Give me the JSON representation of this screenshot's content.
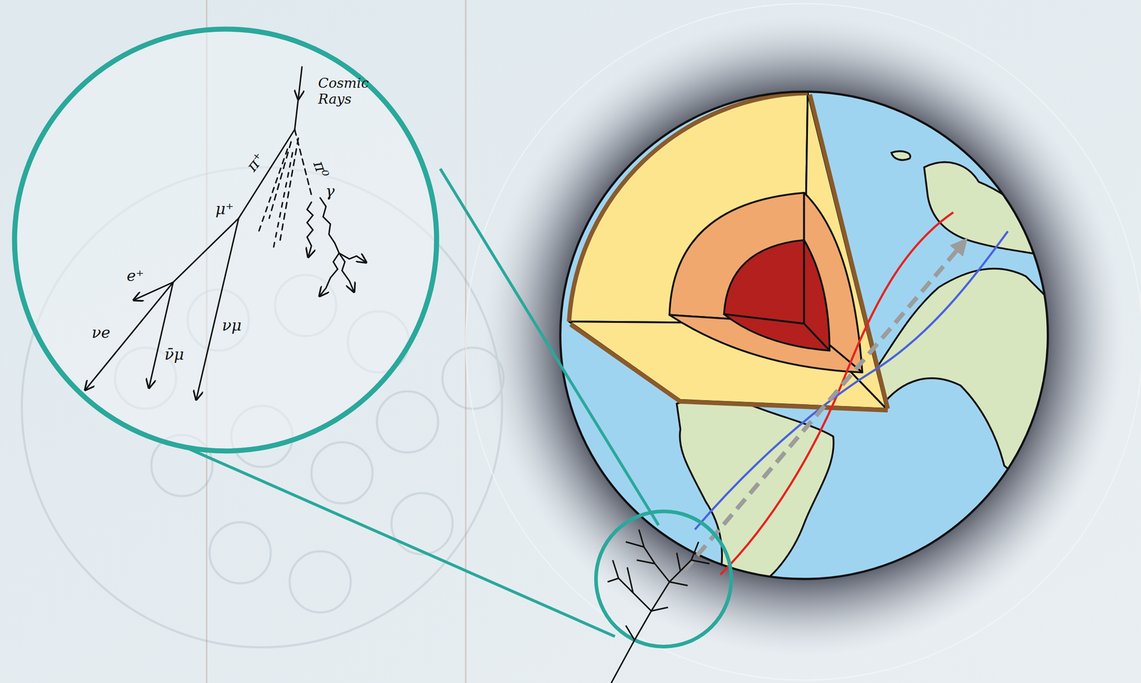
{
  "diagram": {
    "labels": [
      "Cosmic Rays",
      "π⁺",
      "π⁰",
      "μ⁺",
      "γ",
      "e⁺",
      "νe",
      "ν̄μ",
      "νμ"
    ]
  }
}
